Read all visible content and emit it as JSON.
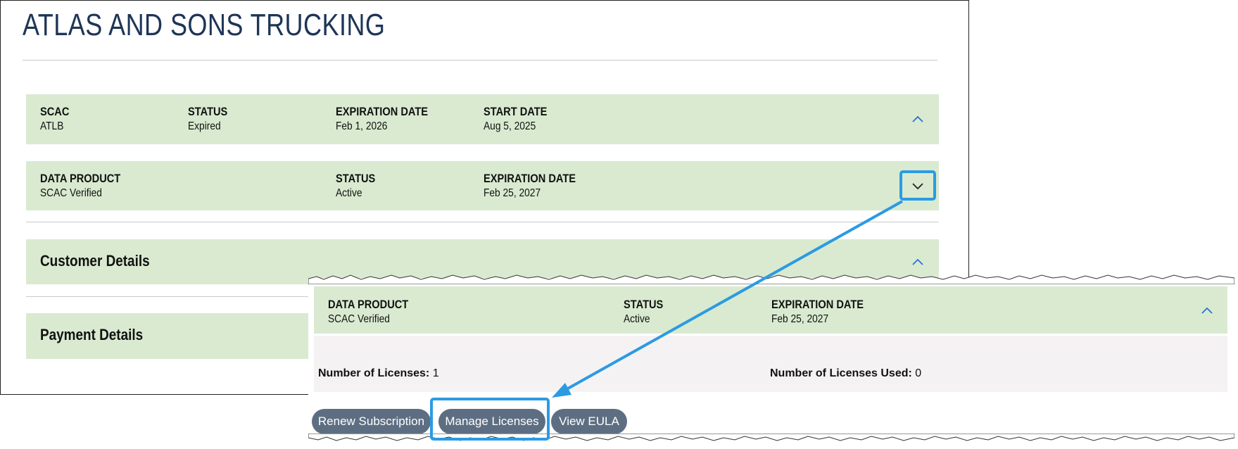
{
  "page": {
    "title": "ATLAS AND SONS TRUCKING"
  },
  "subscription_row": {
    "scac_label": "SCAC",
    "scac_value": "ATLB",
    "status_label": "STATUS",
    "status_value": "Expired",
    "expiration_label": "EXPIRATION DATE",
    "expiration_value": "Feb 1, 2026",
    "start_label": "START DATE",
    "start_value": "Aug 5, 2025",
    "toggle_icon": "chevron-up-icon"
  },
  "product_row": {
    "product_label": "DATA PRODUCT",
    "product_value": "SCAC Verified",
    "status_label": "STATUS",
    "status_value": "Active",
    "expiration_label": "EXPIRATION DATE",
    "expiration_value": "Feb 25, 2027",
    "toggle_icon": "chevron-down-icon"
  },
  "sections": {
    "customer_details": "Customer Details",
    "payment_details": "Payment Details"
  },
  "zoom": {
    "product_label": "DATA PRODUCT",
    "product_value": "SCAC Verified",
    "status_label": "STATUS",
    "status_value": "Active",
    "expiration_label": "EXPIRATION DATE",
    "expiration_value": "Feb 25, 2027",
    "licenses_label": "Number of Licenses:",
    "licenses_value": "1",
    "licenses_used_label": "Number of Licenses Used:",
    "licenses_used_value": "0",
    "buttons": {
      "renew": "Renew Subscription",
      "manage": "Manage Licenses",
      "eula": "View EULA"
    }
  },
  "colors": {
    "row_bg": "#d9ead0",
    "title": "#1d3557",
    "highlight": "#2b9be2",
    "pill": "#5e6e82",
    "chevron": "#2b6fd6"
  }
}
